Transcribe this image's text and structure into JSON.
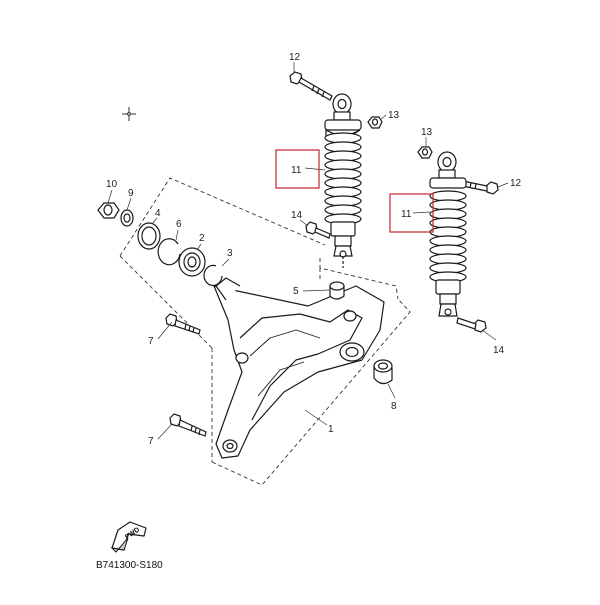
{
  "diagram": {
    "labels": {
      "p1": "1",
      "p2": "2",
      "p3": "3",
      "p4": "4",
      "p5": "5",
      "p6": "6",
      "p7a": "7",
      "p7b": "7",
      "p8": "8",
      "p9": "9",
      "p10": "10",
      "p11a": "11",
      "p11b": "11",
      "p12a": "12",
      "p12b": "12",
      "p13a": "13",
      "p13b": "13",
      "p14a": "14",
      "p14b": "14"
    },
    "fwd_label": "FWD",
    "diagram_code": "B741300-S180",
    "colors": {
      "line": "#1a1a1a",
      "highlight_box": "#c8323c",
      "part_fill": "#ffffff",
      "shade": "#cfcfcf"
    }
  }
}
